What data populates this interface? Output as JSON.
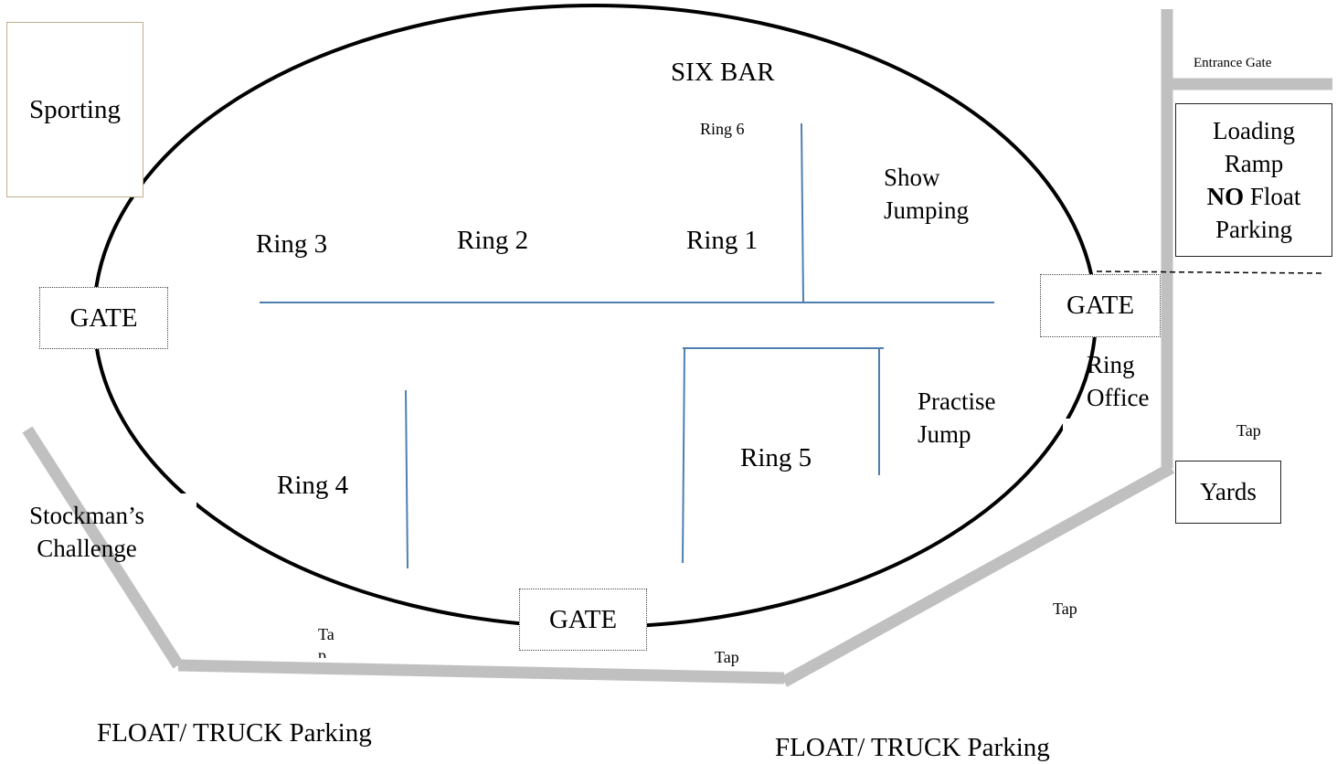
{
  "title": "SIX BAR",
  "areas": {
    "sporting": "Sporting",
    "loading_ramp": {
      "line1": "Loading",
      "line2": "Ramp",
      "no": "NO",
      "line3_rest": " Float",
      "line4": "Parking"
    },
    "yards": "Yards",
    "show_jumping": {
      "line1": "Show",
      "line2": "Jumping"
    },
    "practise_jump": {
      "line1": "Practise",
      "line2": "Jump"
    },
    "ring_office": {
      "line1": "Ring",
      "line2": "Office"
    },
    "stockmans_challenge": {
      "line1": "Stockman’s",
      "line2": "Challenge"
    },
    "entrance_gate": "Entrance Gate",
    "float_parking_left": "FLOAT/ TRUCK Parking",
    "float_parking_right": "FLOAT/ TRUCK Parking"
  },
  "rings": {
    "ring1": "Ring 1",
    "ring2": "Ring 2",
    "ring3": "Ring 3",
    "ring4": "Ring 4",
    "ring5": "Ring 5",
    "ring6": "Ring 6"
  },
  "gates": {
    "west": "GATE",
    "east": "GATE",
    "south": "GATE"
  },
  "taps": {
    "tap_split_top": "Ta",
    "tap_split_bottom": "p",
    "tap_bottom": "Tap",
    "tap_right_lower": "Tap",
    "tap_right_upper": "Tap"
  },
  "colors": {
    "road": "#c0c0c0",
    "ring_divider": "#4f7fb0",
    "oval": "#000000"
  }
}
